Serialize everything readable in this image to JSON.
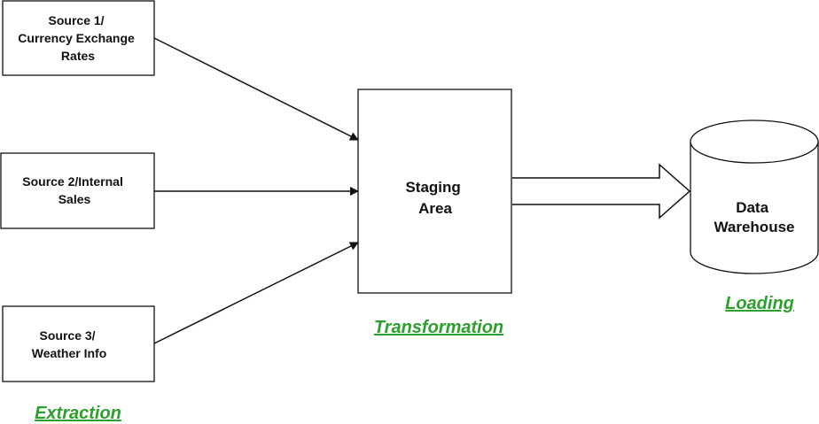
{
  "colors": {
    "stroke": "#111111",
    "phase_label": "#2ca02c",
    "background": "#ffffff"
  },
  "nodes": {
    "source1": {
      "lines": [
        "Source 1/",
        "Currency Exchange",
        "Rates"
      ]
    },
    "source2": {
      "lines": [
        "Source 2/Internal",
        "Sales"
      ]
    },
    "source3": {
      "lines": [
        "Source 3/",
        "Weather Info"
      ]
    },
    "staging": {
      "lines": [
        "Staging",
        "Area"
      ]
    },
    "warehouse": {
      "lines": [
        "Data",
        "Warehouse"
      ]
    }
  },
  "phases": {
    "extraction": "Extraction",
    "transformation": "Transformation",
    "loading": "Loading"
  }
}
